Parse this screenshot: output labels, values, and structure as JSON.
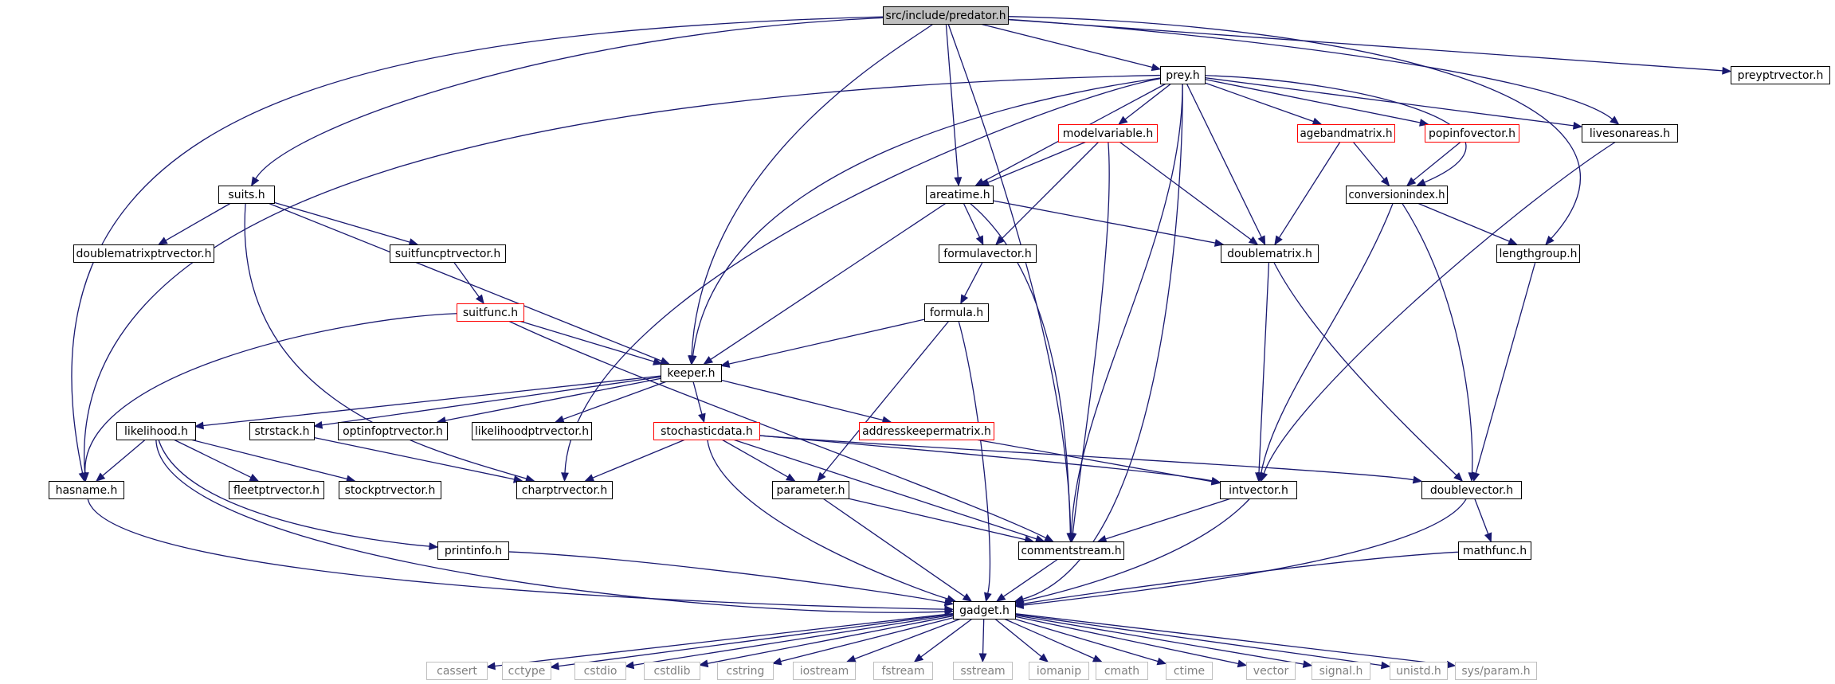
{
  "diagram": {
    "type": "include-dependency-graph",
    "colors": {
      "edge": "#191970",
      "root_fill": "#bfbfbf",
      "normal_border": "#000000",
      "truncated_border": "#ff0000",
      "system_border": "#bfbfbf",
      "system_text": "#808080"
    },
    "nodes": [
      {
        "id": "predator",
        "label": "src/include/predator.h",
        "kind": "root"
      },
      {
        "id": "prey",
        "label": "prey.h",
        "kind": "normal"
      },
      {
        "id": "preyptrvector",
        "label": "preyptrvector.h",
        "kind": "normal"
      },
      {
        "id": "modelvariable",
        "label": "modelvariable.h",
        "kind": "truncated"
      },
      {
        "id": "agebandmatrix",
        "label": "agebandmatrix.h",
        "kind": "truncated"
      },
      {
        "id": "popinfovector",
        "label": "popinfovector.h",
        "kind": "truncated"
      },
      {
        "id": "livesonareas",
        "label": "livesonareas.h",
        "kind": "normal"
      },
      {
        "id": "suits",
        "label": "suits.h",
        "kind": "normal"
      },
      {
        "id": "areatime",
        "label": "areatime.h",
        "kind": "normal"
      },
      {
        "id": "conversionindex",
        "label": "conversionindex.h",
        "kind": "normal"
      },
      {
        "id": "doublematrixptrvector",
        "label": "doublematrixptrvector.h",
        "kind": "normal"
      },
      {
        "id": "suitfuncptrvector",
        "label": "suitfuncptrvector.h",
        "kind": "normal"
      },
      {
        "id": "formulavector",
        "label": "formulavector.h",
        "kind": "normal"
      },
      {
        "id": "doublematrix",
        "label": "doublematrix.h",
        "kind": "normal"
      },
      {
        "id": "lengthgroup",
        "label": "lengthgroup.h",
        "kind": "normal"
      },
      {
        "id": "suitfunc",
        "label": "suitfunc.h",
        "kind": "truncated"
      },
      {
        "id": "formula",
        "label": "formula.h",
        "kind": "normal"
      },
      {
        "id": "keeper",
        "label": "keeper.h",
        "kind": "normal"
      },
      {
        "id": "likelihood",
        "label": "likelihood.h",
        "kind": "normal"
      },
      {
        "id": "strstack",
        "label": "strstack.h",
        "kind": "normal"
      },
      {
        "id": "optinfoptrvector",
        "label": "optinfoptrvector.h",
        "kind": "normal"
      },
      {
        "id": "likelihoodptrvector",
        "label": "likelihoodptrvector.h",
        "kind": "normal"
      },
      {
        "id": "stochasticdata",
        "label": "stochasticdata.h",
        "kind": "truncated"
      },
      {
        "id": "addresskeepermatrix",
        "label": "addresskeepermatrix.h",
        "kind": "truncated"
      },
      {
        "id": "hasname",
        "label": "hasname.h",
        "kind": "normal"
      },
      {
        "id": "fleetptrvector",
        "label": "fleetptrvector.h",
        "kind": "normal"
      },
      {
        "id": "stockptrvector",
        "label": "stockptrvector.h",
        "kind": "normal"
      },
      {
        "id": "charptrvector",
        "label": "charptrvector.h",
        "kind": "normal"
      },
      {
        "id": "parameter",
        "label": "parameter.h",
        "kind": "normal"
      },
      {
        "id": "intvector",
        "label": "intvector.h",
        "kind": "normal"
      },
      {
        "id": "doublevector",
        "label": "doublevector.h",
        "kind": "normal"
      },
      {
        "id": "printinfo",
        "label": "printinfo.h",
        "kind": "normal"
      },
      {
        "id": "commentstream",
        "label": "commentstream.h",
        "kind": "normal"
      },
      {
        "id": "mathfunc",
        "label": "mathfunc.h",
        "kind": "normal"
      },
      {
        "id": "gadget",
        "label": "gadget.h",
        "kind": "normal"
      },
      {
        "id": "cassert",
        "label": "cassert",
        "kind": "system"
      },
      {
        "id": "cctype",
        "label": "cctype",
        "kind": "system"
      },
      {
        "id": "cstdio",
        "label": "cstdio",
        "kind": "system"
      },
      {
        "id": "cstdlib",
        "label": "cstdlib",
        "kind": "system"
      },
      {
        "id": "cstring",
        "label": "cstring",
        "kind": "system"
      },
      {
        "id": "iostream",
        "label": "iostream",
        "kind": "system"
      },
      {
        "id": "fstream",
        "label": "fstream",
        "kind": "system"
      },
      {
        "id": "sstream",
        "label": "sstream",
        "kind": "system"
      },
      {
        "id": "iomanip",
        "label": "iomanip",
        "kind": "system"
      },
      {
        "id": "cmath",
        "label": "cmath",
        "kind": "system"
      },
      {
        "id": "ctime",
        "label": "ctime",
        "kind": "system"
      },
      {
        "id": "vector",
        "label": "vector",
        "kind": "system"
      },
      {
        "id": "signal",
        "label": "signal.h",
        "kind": "system"
      },
      {
        "id": "unistd",
        "label": "unistd.h",
        "kind": "system"
      },
      {
        "id": "sysparam",
        "label": "sys/param.h",
        "kind": "system"
      }
    ],
    "edges": [
      [
        "predator",
        "prey"
      ],
      [
        "predator",
        "preyptrvector"
      ],
      [
        "predator",
        "livesonareas"
      ],
      [
        "predator",
        "suits"
      ],
      [
        "predator",
        "areatime"
      ],
      [
        "predator",
        "lengthgroup"
      ],
      [
        "predator",
        "keeper"
      ],
      [
        "predator",
        "commentstream"
      ],
      [
        "predator",
        "hasname"
      ],
      [
        "prey",
        "modelvariable"
      ],
      [
        "prey",
        "agebandmatrix"
      ],
      [
        "prey",
        "popinfovector"
      ],
      [
        "prey",
        "livesonareas"
      ],
      [
        "prey",
        "conversionindex"
      ],
      [
        "prey",
        "areatime"
      ],
      [
        "prey",
        "doublematrix"
      ],
      [
        "prey",
        "keeper"
      ],
      [
        "prey",
        "commentstream"
      ],
      [
        "prey",
        "charptrvector"
      ],
      [
        "prey",
        "hasname"
      ],
      [
        "prey",
        "gadget"
      ],
      [
        "modelvariable",
        "areatime"
      ],
      [
        "modelvariable",
        "formulavector"
      ],
      [
        "modelvariable",
        "doublematrix"
      ],
      [
        "modelvariable",
        "commentstream"
      ],
      [
        "agebandmatrix",
        "conversionindex"
      ],
      [
        "agebandmatrix",
        "doublematrix"
      ],
      [
        "popinfovector",
        "conversionindex"
      ],
      [
        "livesonareas",
        "intvector"
      ],
      [
        "suits",
        "doublematrixptrvector"
      ],
      [
        "suits",
        "suitfuncptrvector"
      ],
      [
        "suits",
        "keeper"
      ],
      [
        "suits",
        "charptrvector"
      ],
      [
        "areatime",
        "formulavector"
      ],
      [
        "areatime",
        "doublematrix"
      ],
      [
        "areatime",
        "keeper"
      ],
      [
        "areatime",
        "commentstream"
      ],
      [
        "conversionindex",
        "lengthgroup"
      ],
      [
        "conversionindex",
        "intvector"
      ],
      [
        "conversionindex",
        "doublevector"
      ],
      [
        "suitfuncptrvector",
        "suitfunc"
      ],
      [
        "formulavector",
        "formula"
      ],
      [
        "doublematrix",
        "intvector"
      ],
      [
        "doublematrix",
        "doublevector"
      ],
      [
        "lengthgroup",
        "doublevector"
      ],
      [
        "suitfunc",
        "keeper"
      ],
      [
        "suitfunc",
        "hasname"
      ],
      [
        "suitfunc",
        "commentstream"
      ],
      [
        "formula",
        "keeper"
      ],
      [
        "formula",
        "parameter"
      ],
      [
        "formula",
        "gadget"
      ],
      [
        "keeper",
        "likelihood"
      ],
      [
        "keeper",
        "strstack"
      ],
      [
        "keeper",
        "optinfoptrvector"
      ],
      [
        "keeper",
        "likelihoodptrvector"
      ],
      [
        "keeper",
        "stochasticdata"
      ],
      [
        "keeper",
        "addresskeepermatrix"
      ],
      [
        "likelihood",
        "hasname"
      ],
      [
        "likelihood",
        "fleetptrvector"
      ],
      [
        "likelihood",
        "stockptrvector"
      ],
      [
        "likelihood",
        "printinfo"
      ],
      [
        "likelihood",
        "gadget"
      ],
      [
        "strstack",
        "charptrvector"
      ],
      [
        "stochasticdata",
        "charptrvector"
      ],
      [
        "stochasticdata",
        "parameter"
      ],
      [
        "stochasticdata",
        "intvector"
      ],
      [
        "stochasticdata",
        "doublevector"
      ],
      [
        "stochasticdata",
        "commentstream"
      ],
      [
        "stochasticdata",
        "gadget"
      ],
      [
        "addresskeepermatrix",
        "intvector"
      ],
      [
        "hasname",
        "gadget"
      ],
      [
        "parameter",
        "commentstream"
      ],
      [
        "parameter",
        "gadget"
      ],
      [
        "intvector",
        "commentstream"
      ],
      [
        "intvector",
        "gadget"
      ],
      [
        "doublevector",
        "mathfunc"
      ],
      [
        "doublevector",
        "gadget"
      ],
      [
        "printinfo",
        "gadget"
      ],
      [
        "commentstream",
        "gadget"
      ],
      [
        "mathfunc",
        "gadget"
      ],
      [
        "gadget",
        "cassert"
      ],
      [
        "gadget",
        "cctype"
      ],
      [
        "gadget",
        "cstdio"
      ],
      [
        "gadget",
        "cstdlib"
      ],
      [
        "gadget",
        "cstring"
      ],
      [
        "gadget",
        "iostream"
      ],
      [
        "gadget",
        "fstream"
      ],
      [
        "gadget",
        "sstream"
      ],
      [
        "gadget",
        "iomanip"
      ],
      [
        "gadget",
        "cmath"
      ],
      [
        "gadget",
        "ctime"
      ],
      [
        "gadget",
        "vector"
      ],
      [
        "gadget",
        "signal"
      ],
      [
        "gadget",
        "unistd"
      ],
      [
        "gadget",
        "sysparam"
      ]
    ]
  }
}
